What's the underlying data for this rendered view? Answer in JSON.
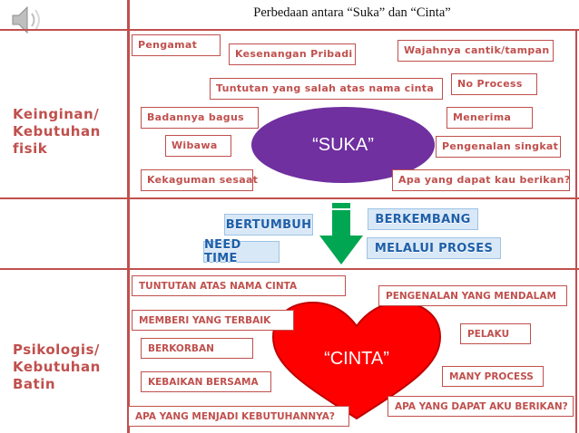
{
  "header": {
    "title": "Perbedaan antara “Suka” dan “Cinta”"
  },
  "icons": {
    "speaker": "speaker-icon",
    "arrow": "arrow-down-icon"
  },
  "rows": {
    "top": {
      "label": "Keinginan/\nKebutuhan\nfisik"
    },
    "bottom": {
      "label": "Psikologis/\nKebutuhan\nBatin"
    }
  },
  "suka": {
    "center": "“SUKA”",
    "items": [
      "Pengamat",
      "Kesenangan Pribadi",
      "Wajahnya cantik/tampan",
      "Tuntutan yang salah atas nama cinta",
      "No Process",
      "Badannya bagus",
      "Menerima",
      "Wibawa",
      "Pengenalan singkat",
      "Kekaguman sesaat",
      "Apa yang dapat kau berikan?"
    ]
  },
  "middle": {
    "items": [
      "BERTUMBUH",
      "BERKEMBANG",
      "NEED TIME",
      "MELALUI PROSES"
    ]
  },
  "cinta": {
    "center": "“CINTA”",
    "items": [
      "TUNTUTAN ATAS NAMA CINTA",
      "PENGENALAN YANG MENDALAM",
      "MEMBERI YANG TERBAIK",
      "PELAKU",
      "BERKORBAN",
      "MANY PROCESS",
      "KEBAIKAN BERSAMA",
      "APA YANG DAPAT AKU BERIKAN?",
      "APA YANG MENJADI KEBUTUHANNYA?"
    ]
  },
  "colors": {
    "accent": "#c0504d",
    "ellipse": "#7030a0",
    "heart": "#ff0000",
    "arrow": "#00a651",
    "wordart": "#1f5fa8"
  }
}
